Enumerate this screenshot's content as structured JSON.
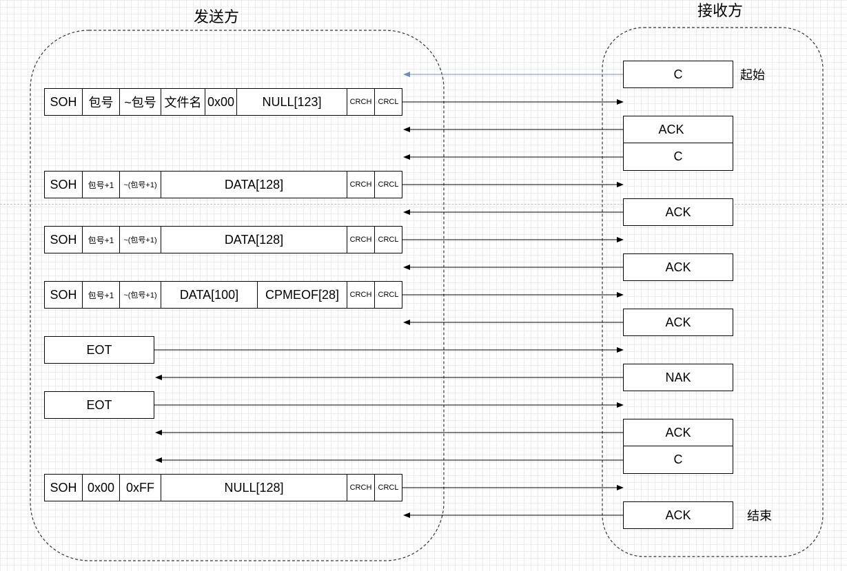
{
  "sender": {
    "title": "发送方"
  },
  "receiver": {
    "title": "接收方"
  },
  "labels": {
    "start": "起始",
    "end": "结束"
  },
  "colors": {
    "arrow": "#000000",
    "first_arrow": "#6c8ebf",
    "container_border": "#333333"
  },
  "receiver_boxes": [
    "C",
    "ACK",
    "C",
    "ACK",
    "ACK",
    "ACK",
    "NAK",
    "ACK",
    "C",
    "ACK"
  ],
  "sender_frames": [
    {
      "cells": [
        "SOH",
        "包号",
        "~包号",
        "文件名",
        "0x00",
        "NULL[123]",
        "CRCH",
        "CRCL"
      ]
    },
    {
      "cells": [
        "SOH",
        "包号+1",
        "~(包号+1)",
        "DATA[128]",
        "CRCH",
        "CRCL"
      ]
    },
    {
      "cells": [
        "SOH",
        "包号+1",
        "~(包号+1)",
        "DATA[128]",
        "CRCH",
        "CRCL"
      ]
    },
    {
      "cells": [
        "SOH",
        "包号+1",
        "~(包号+1)",
        "DATA[100]",
        "CPMEOF[28]",
        "CRCH",
        "CRCL"
      ]
    },
    {
      "cells": [
        "EOT"
      ]
    },
    {
      "cells": [
        "EOT"
      ]
    },
    {
      "cells": [
        "SOH",
        "0x00",
        "0xFF",
        "NULL[128]",
        "CRCH",
        "CRCL"
      ]
    }
  ]
}
